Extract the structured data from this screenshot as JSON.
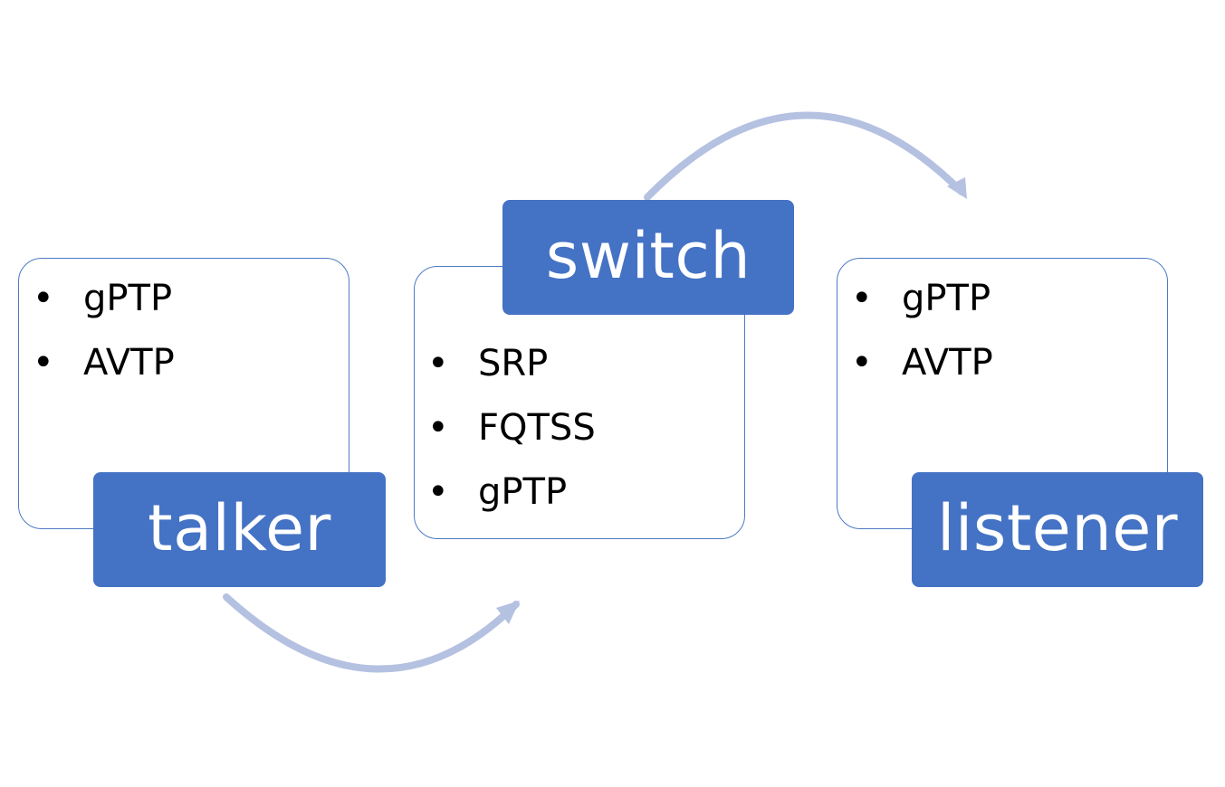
{
  "colors": {
    "accent": "#4472c4",
    "arrow": "#b4c1e1",
    "box_border": "#4472c4",
    "label_text": "#ffffff"
  },
  "nodes": [
    {
      "id": "talker",
      "title": "talker",
      "bullet": "•",
      "items": [
        "gPTP",
        "AVTP"
      ]
    },
    {
      "id": "switch",
      "title": "switch",
      "bullet": "•",
      "items": [
        "SRP",
        "FQTSS",
        "gPTP"
      ]
    },
    {
      "id": "listener",
      "title": "listener",
      "bullet": "•",
      "items": [
        "gPTP",
        "AVTP"
      ]
    }
  ],
  "connectors": [
    {
      "from": "talker",
      "to": "switch",
      "icon": "curved-arrow-icon"
    },
    {
      "from": "switch",
      "to": "listener",
      "icon": "curved-arrow-icon"
    }
  ]
}
